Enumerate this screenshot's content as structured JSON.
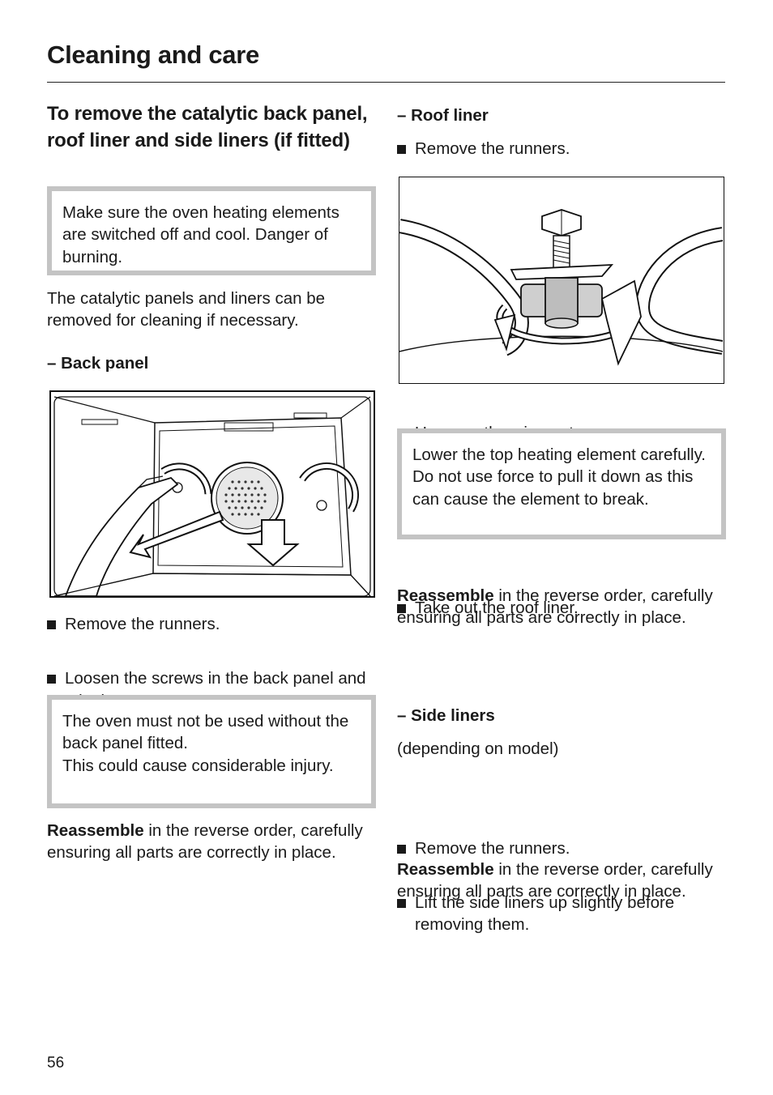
{
  "page": {
    "title": "Cleaning and care",
    "page_number": "56"
  },
  "left": {
    "heading": "To remove the catalytic back panel, roof liner and side liners (if fitted)",
    "warning_1": "Make sure the oven heating elements are switched off and cool. Danger of burning.",
    "intro": "The catalytic panels and liners can be removed for cleaning if necessary.",
    "back_panel_heading": "– Back panel",
    "steps": [
      "Remove the runners.",
      "Loosen the screws in the back panel and take it out."
    ],
    "warning_2_line1": "The oven must not be used without the back panel fitted.",
    "warning_2_line2": "This could cause considerable injury.",
    "reassemble_bold": "Reassemble",
    "reassemble_rest": " in the reverse order, carefully ensuring all parts are correctly in place."
  },
  "right": {
    "roof_heading": "– Roof liner",
    "roof_step_1": "Remove the runners.",
    "roof_step_2": "Unscrew the wing nut.",
    "warning_3": "Lower the top heating element carefully. Do not use force to pull it down as this can cause the element to break.",
    "roof_step_3": "Take out the roof liner.",
    "reassemble_bold": "Reassemble",
    "reassemble_rest": " in the reverse order, carefully ensuring all parts are correctly in place.",
    "side_heading": "– Side liners",
    "side_note": "(depending on model)",
    "side_steps": [
      "Remove the runners.",
      "Lift the side liners up slightly before removing them."
    ],
    "side_reassemble_bold": "Reassemble",
    "side_reassemble_rest": " in the reverse order, carefully ensuring all parts are correctly in place."
  }
}
